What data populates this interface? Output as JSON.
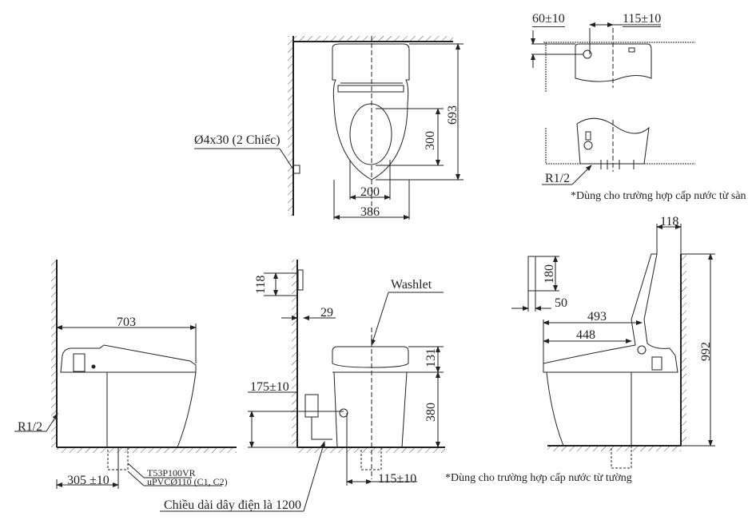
{
  "drawing": {
    "subject": "Wall-hung tank smart toilet with Washlet — technical dimension drawing",
    "units": "mm",
    "top_view": {
      "anchor_label": "Ø4x30 (2 Chiếc)",
      "width_386": "386",
      "width_200": "200",
      "depth_300": "300",
      "depth_693": "693"
    },
    "floor_supply_detail": {
      "offset_60": "60±10",
      "offset_115": "115±10",
      "pipe_label": "R1/2",
      "note": "*Dùng cho trường hợp cấp nước từ sàn"
    },
    "side_view_left": {
      "length_703": "703",
      "pipe_label": "R1/2",
      "rough_in": "305 ±10",
      "flange_code": "T53P100VR",
      "pipe_spec": "uPVCØ110 (C1, C2)"
    },
    "front_view": {
      "remote_height": "118",
      "remote_depth": "29",
      "supply_height": "175±10",
      "seat_height_131": "131",
      "bowl_height_380": "380",
      "offset_115": "115±10",
      "washlet_label": "Washlet",
      "cable_note": "Chiều dài dây điện là 1200"
    },
    "side_view_right": {
      "tank_depth_118": "118",
      "remote_height_180": "180",
      "remote_width_50": "50",
      "length_493": "493",
      "length_448": "448",
      "total_height_992": "992",
      "note": "*Dùng cho trường hợp cấp nước từ tường"
    }
  }
}
